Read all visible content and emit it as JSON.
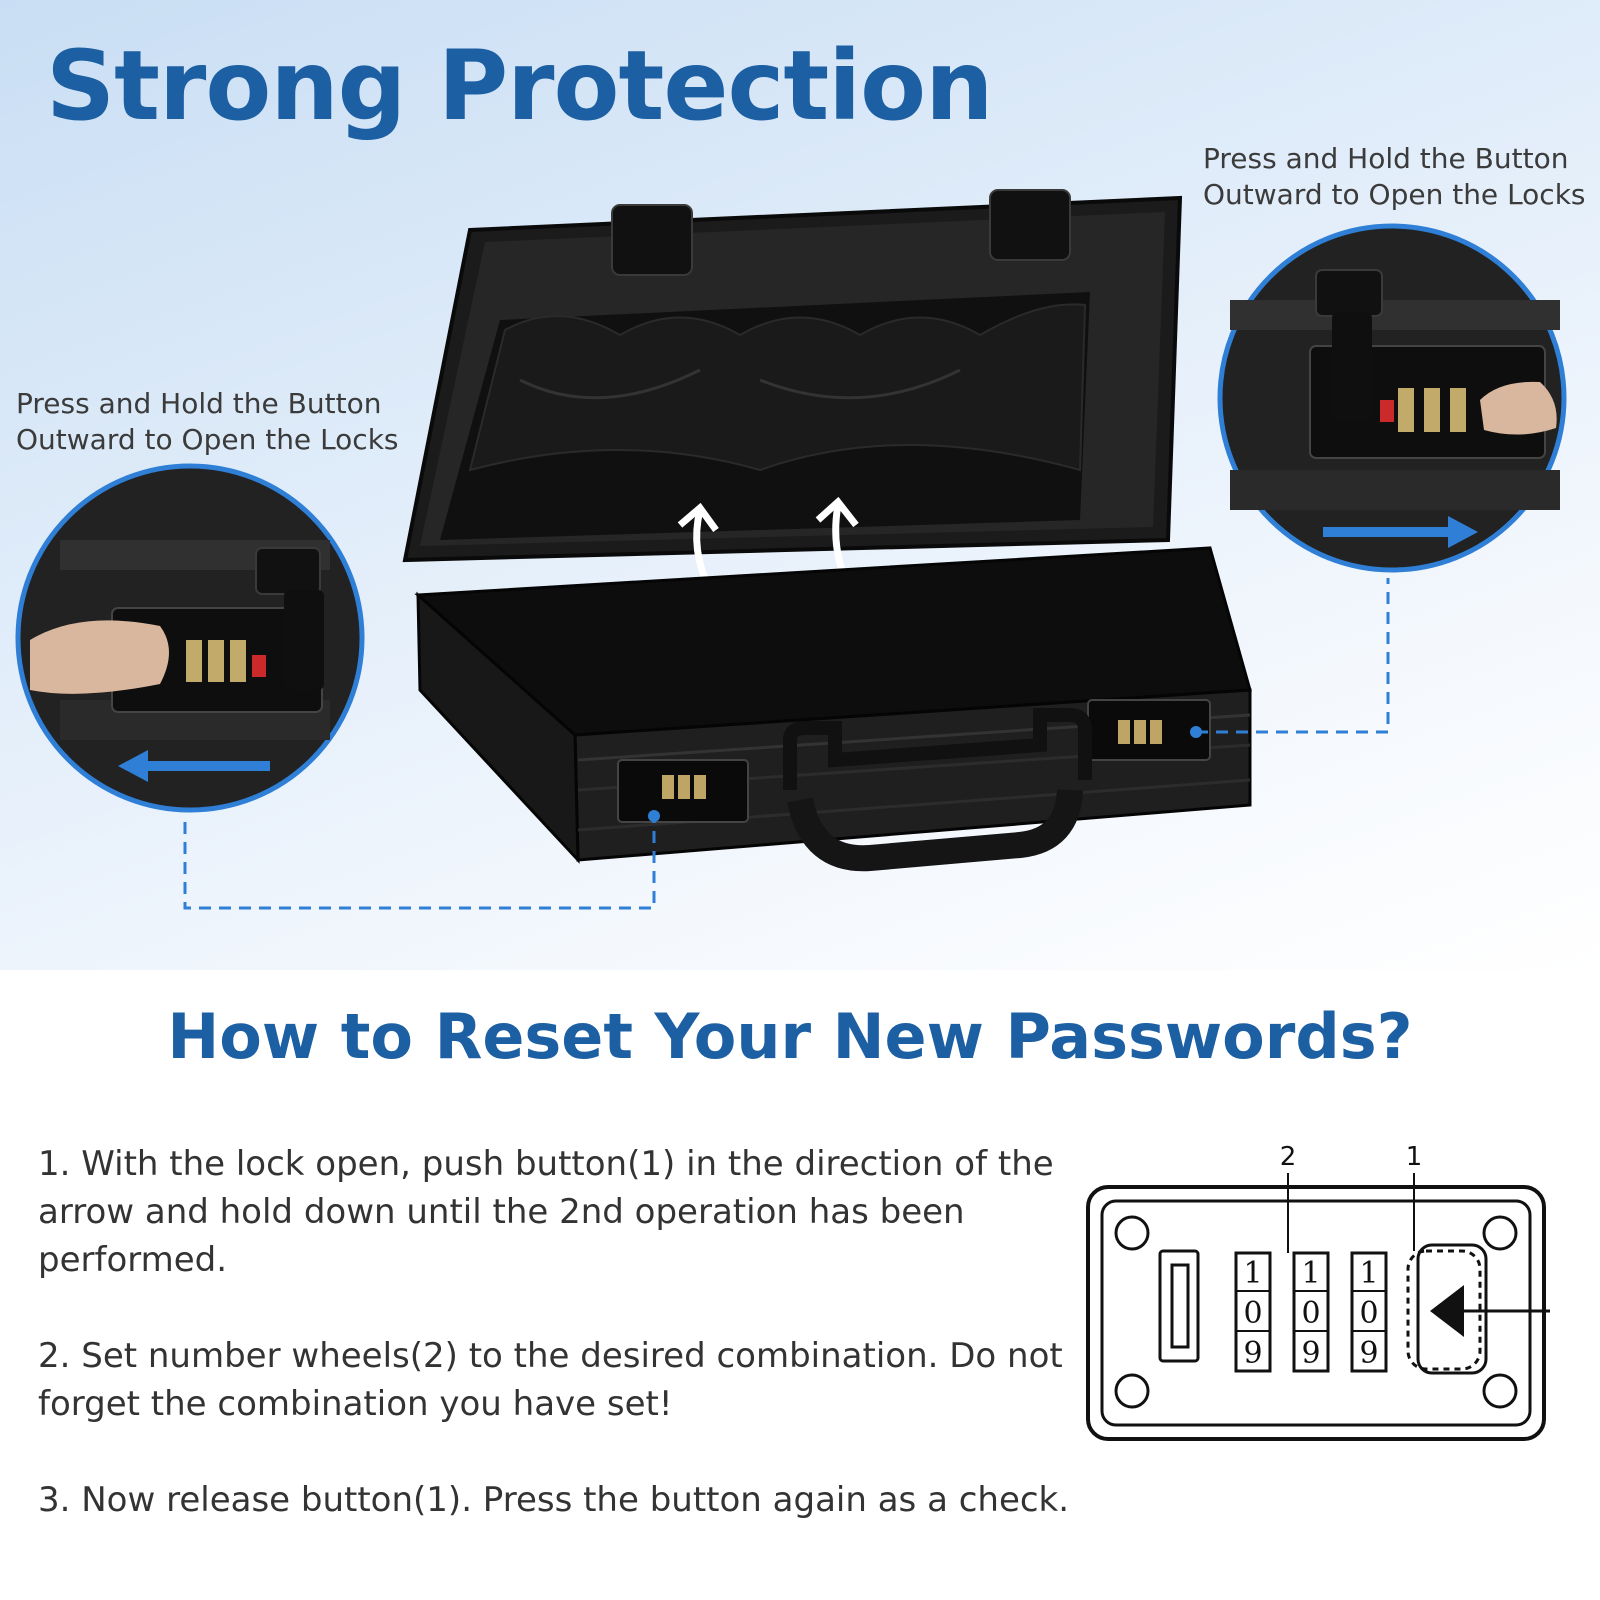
{
  "hero": {
    "title": "Strong Protection",
    "note_left": "Press and Hold the Button Outward to Open the Locks",
    "note_right": "Press and Hold the Button Outward to Open the Locks"
  },
  "reset": {
    "title": "How to Reset Your New Passwords?",
    "steps": [
      "1. With the lock open, push button(1) in the direction of the arrow and hold down until the 2nd operation has been performed.",
      "2. Set number wheels(2) to the desired combination. Do not forget the combination you have set!",
      "3. Now release button(1). Press the button again as a check."
    ]
  },
  "diagram": {
    "label_wheels": "2",
    "label_button": "1",
    "wheels": [
      {
        "top": "1",
        "mid": "0",
        "bottom": "9"
      },
      {
        "top": "1",
        "mid": "0",
        "bottom": "9"
      },
      {
        "top": "1",
        "mid": "0",
        "bottom": "9"
      }
    ]
  },
  "colors": {
    "title_blue": "#1c5fa3",
    "accent_blue": "#2f7fd6",
    "text_gray": "#333333"
  }
}
